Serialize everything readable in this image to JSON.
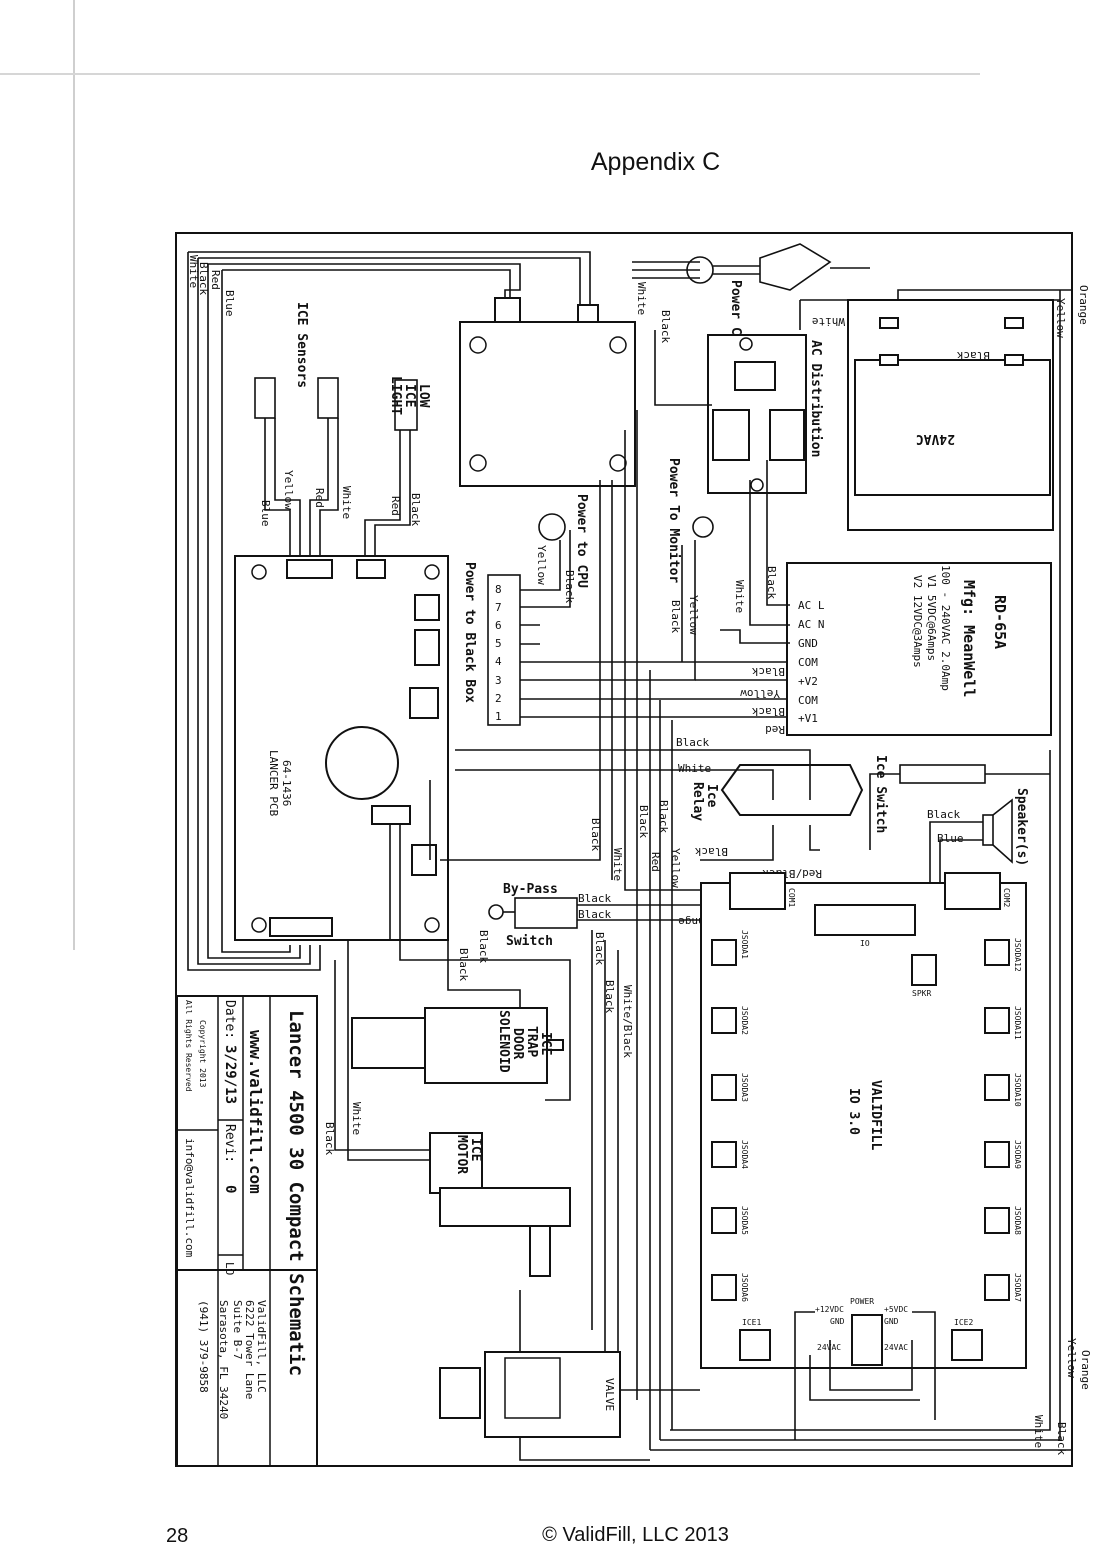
{
  "page": {
    "title": "Appendix C",
    "page_number": "28",
    "copyright": "© ValidFill, LLC 2013"
  },
  "title_block": {
    "title": "Lancer 4500 30 Compact Schematic",
    "website": "www.validfill.com",
    "date_label": "Date:",
    "date": "3/29/13",
    "rev_label": "Revi:",
    "rev": "0",
    "lo": "LO",
    "copyright_1": "Copyright 2013",
    "copyright_2": "All Rights Reserved",
    "email": "info@validfill.com",
    "company": [
      "ValidFill, LLC",
      "6222 Tower Lane",
      "Suite B-7",
      "Sarasota, FL 34240",
      "(941) 379-9858"
    ]
  },
  "components": {
    "power_cord": "Power Cord",
    "ac_distribution": "AC Distribution",
    "transformer_24vac": "24VAC",
    "ice_sensors": "ICE Sensors",
    "low_ice_light": [
      "LOW",
      "ICE",
      "LIGHT"
    ],
    "power_to_cpu": "Power to CPU",
    "power_to_monitor": "Power To Monitor",
    "power_to_black_box": "Power to Black Box",
    "rd65a": [
      "RD-65A",
      "Mfg: MeanWell",
      "100 - 240VAC 2.0Amp",
      "V1 5VDC@6Amps",
      "V2 12VDC@3Amps"
    ],
    "rd_terminals": [
      "AC L",
      "AC N",
      "GND",
      "COM",
      "+V2",
      "COM",
      "+V1"
    ],
    "lancer_pcb": [
      "64-1436",
      "LANCER PCB"
    ],
    "ice_relay": [
      "Ice",
      "Relay"
    ],
    "ice_switch": "Ice Switch",
    "speakers": "Speaker(s)",
    "bypass": [
      "By-Pass",
      "Switch"
    ],
    "solenoid": [
      "ICE",
      "TRAP",
      "DOOR",
      "SOLENOID"
    ],
    "ice_motor": [
      "ICE",
      "MOTOR"
    ],
    "valve": "VALVE",
    "io_board": [
      "VALIDFILL",
      "IO 3.0"
    ],
    "io_labels": {
      "com1": "COM1",
      "com2": "COM2",
      "io": "IO",
      "spkr": "SPKR",
      "power": "POWER",
      "p12": "+12VDC",
      "p5": "+5VDC",
      "gnd1": "GND",
      "gnd2": "GND",
      "vac1": "24VAC",
      "vac2": "24VAC",
      "ice1": "ICE1",
      "ice2": "ICE2"
    },
    "jsoda_left": [
      "JSODA1",
      "JSODA2",
      "JSODA3",
      "JSODA4",
      "JSODA5",
      "JSODA6"
    ],
    "jsoda_right": [
      "JSODA12",
      "JSODA11",
      "JSODA10",
      "JSODA9",
      "JSODA8",
      "JSODA7"
    ],
    "cpu_pins": [
      "8",
      "7",
      "6",
      "5",
      "4",
      "3",
      "2",
      "1"
    ]
  },
  "wire_labels": {
    "white": "White",
    "black": "Black",
    "red": "Red",
    "blue": "Blue",
    "yellow": "Yellow",
    "orange": "Orange",
    "red_black": "Red/Black",
    "white_black": "White/Black"
  }
}
